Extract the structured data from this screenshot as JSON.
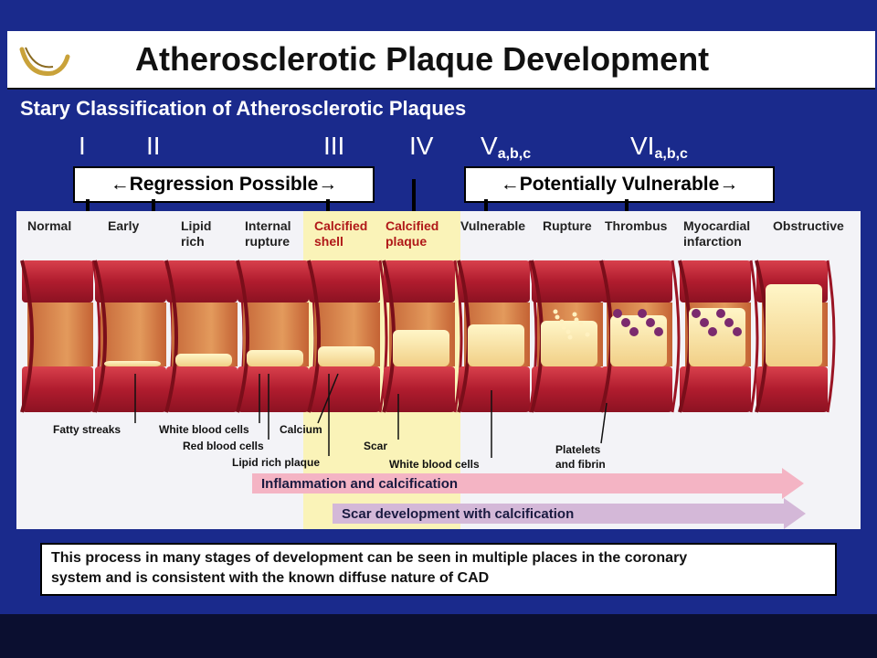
{
  "title": "Atherosclerotic Plaque Development",
  "subtitle": "Stary Classification of Atherosclerotic Plaques",
  "stages": {
    "s1": "I",
    "s2": "II",
    "s3": "III",
    "s4": "IV",
    "s5_main": "V",
    "s5_sub": "a,b,c",
    "s6_main": "VI",
    "s6_sub": "a,b,c"
  },
  "groups": {
    "regression": "Regression Possible",
    "vulnerable": "Potentially Vulnerable"
  },
  "vessels": [
    "Normal",
    "Early",
    "Lipid rich",
    "Internal rupture",
    "Calcified shell",
    "Calcified plaque",
    "Vulnerable",
    "Rupture",
    "Thrombus",
    "Myocardial infarction",
    "Obstructive"
  ],
  "annotations": {
    "fatty_streaks": "Fatty streaks",
    "white_blood_cells": "White blood cells",
    "calcium": "Calcium",
    "red_blood_cells": "Red blood cells",
    "lipid_rich_plaque": "Lipid rich plaque",
    "scar": "Scar",
    "white_blood_cells_2": "White blood cells",
    "platelets": "Platelets",
    "and_fibrin": "and fibrin"
  },
  "bands": {
    "inflammation": "Inflammation and calcification",
    "scar_dev": "Scar development with calcification"
  },
  "footer": {
    "line1": "This process in many stages of development can be seen in multiple places in the coronary",
    "line2": "system and is consistent  with the known diffuse nature of CAD"
  },
  "colors": {
    "background": "#1a2a8c",
    "vessel_red": "#c4283a",
    "highlight": "#faf3b8",
    "band_pink": "#f4b4c4",
    "band_lilac": "#d4b8d8"
  }
}
